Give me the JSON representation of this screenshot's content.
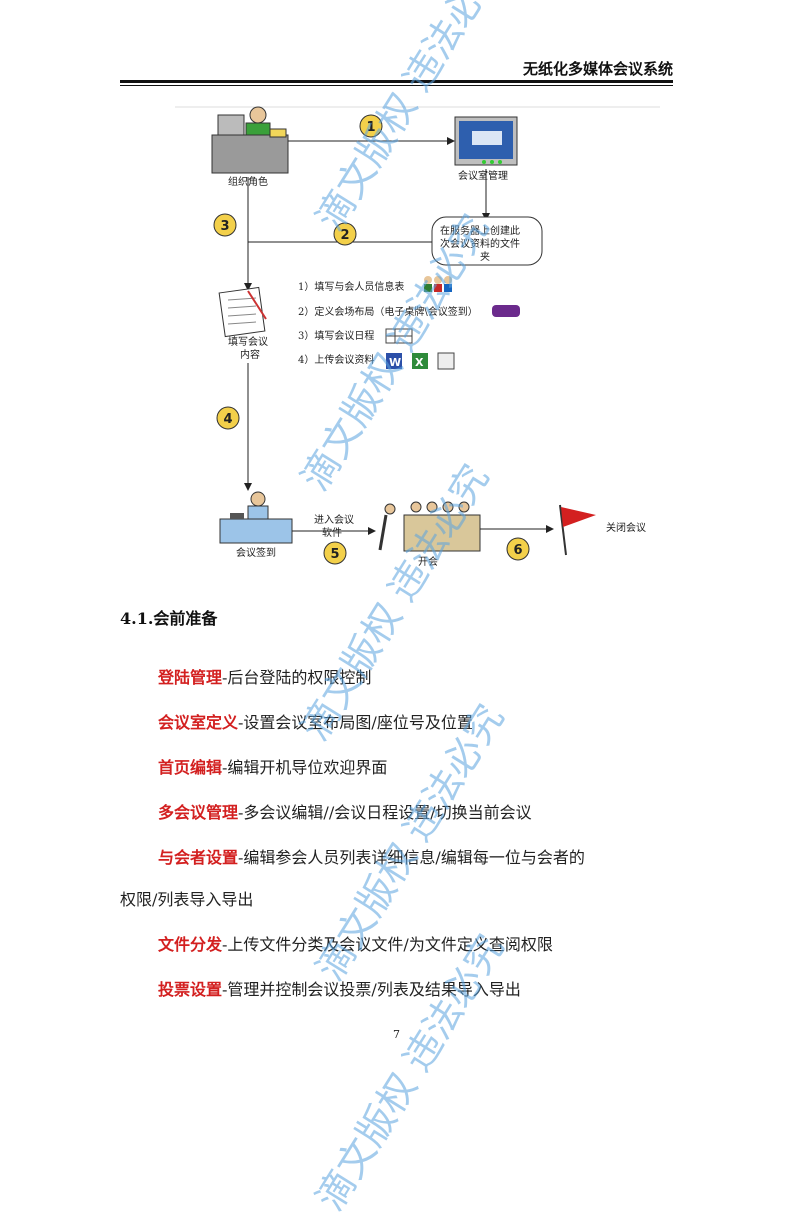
{
  "header": {
    "title": "无纸化多媒体会议系统"
  },
  "diagram": {
    "organizer_label": "组织角色",
    "room_mgmt_label": "会议室管理",
    "server_note_lines": [
      "在服务器上创建此",
      "次会议资料的文件",
      "夹"
    ],
    "fill_label_lines": [
      "填写会议",
      "内容"
    ],
    "steps": [
      {
        "text": "1）填写与会人员信息表"
      },
      {
        "text": "2）定义会场布局（电子桌牌\\会议签到）"
      },
      {
        "text": "3）填写会议日程"
      },
      {
        "text": "4）上传会议资料"
      }
    ],
    "signin_label": "会议签到",
    "enter_label_lines": [
      "进入会议",
      "软件"
    ],
    "meeting_label": "开会",
    "close_label": "关闭会议",
    "circle_numbers": [
      "1",
      "2",
      "3",
      "4",
      "5",
      "6"
    ],
    "circle_color": "#f3d04a"
  },
  "section": {
    "title": "4.1.会前准备"
  },
  "items": [
    {
      "key": "登陆管理",
      "desc": "-后台登陆的权限控制"
    },
    {
      "key": "会议室定义",
      "desc": "-设置会议室布局图/座位号及位置"
    },
    {
      "key": "首页编辑",
      "desc": "-编辑开机导位欢迎界面"
    },
    {
      "key": "多会议管理",
      "desc": "-多会议编辑//会议日程设置/切换当前会议"
    },
    {
      "key": "与会者设置",
      "desc": "-编辑参会人员列表详细信息/编辑每一位与会者的",
      "cont": "权限/列表导入导出"
    },
    {
      "key": "文件分发",
      "desc": "-上传文件分类及会议文件/为文件定义查阅权限"
    },
    {
      "key": "投票设置",
      "desc": "-管理并控制会议投票/列表及结果导入导出"
    }
  ],
  "page_number": "7",
  "watermark": {
    "text": "滴文版权 违法必究",
    "color": "#5aa4e0"
  },
  "accent_color": "#d32020"
}
